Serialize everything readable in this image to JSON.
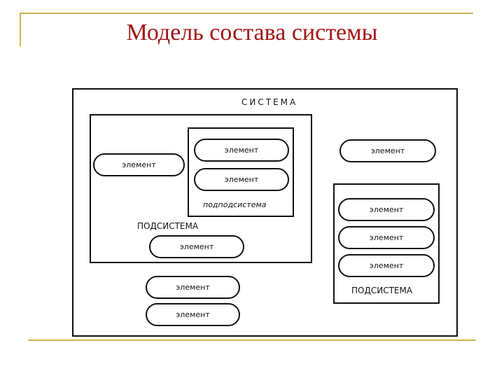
{
  "title": "Модель состава системы",
  "diagram": {
    "system_label": "СИСТЕМА",
    "subsystem_left_label": "ПОДСИСТЕМА",
    "subsubsystem_label": "подподсистема",
    "subsystem_right_label": "ПОДСИСТЕМА",
    "element_label": "элемент"
  },
  "colors": {
    "title": "#a31515",
    "accent_line": "#d4b24a",
    "line": "#111111"
  }
}
